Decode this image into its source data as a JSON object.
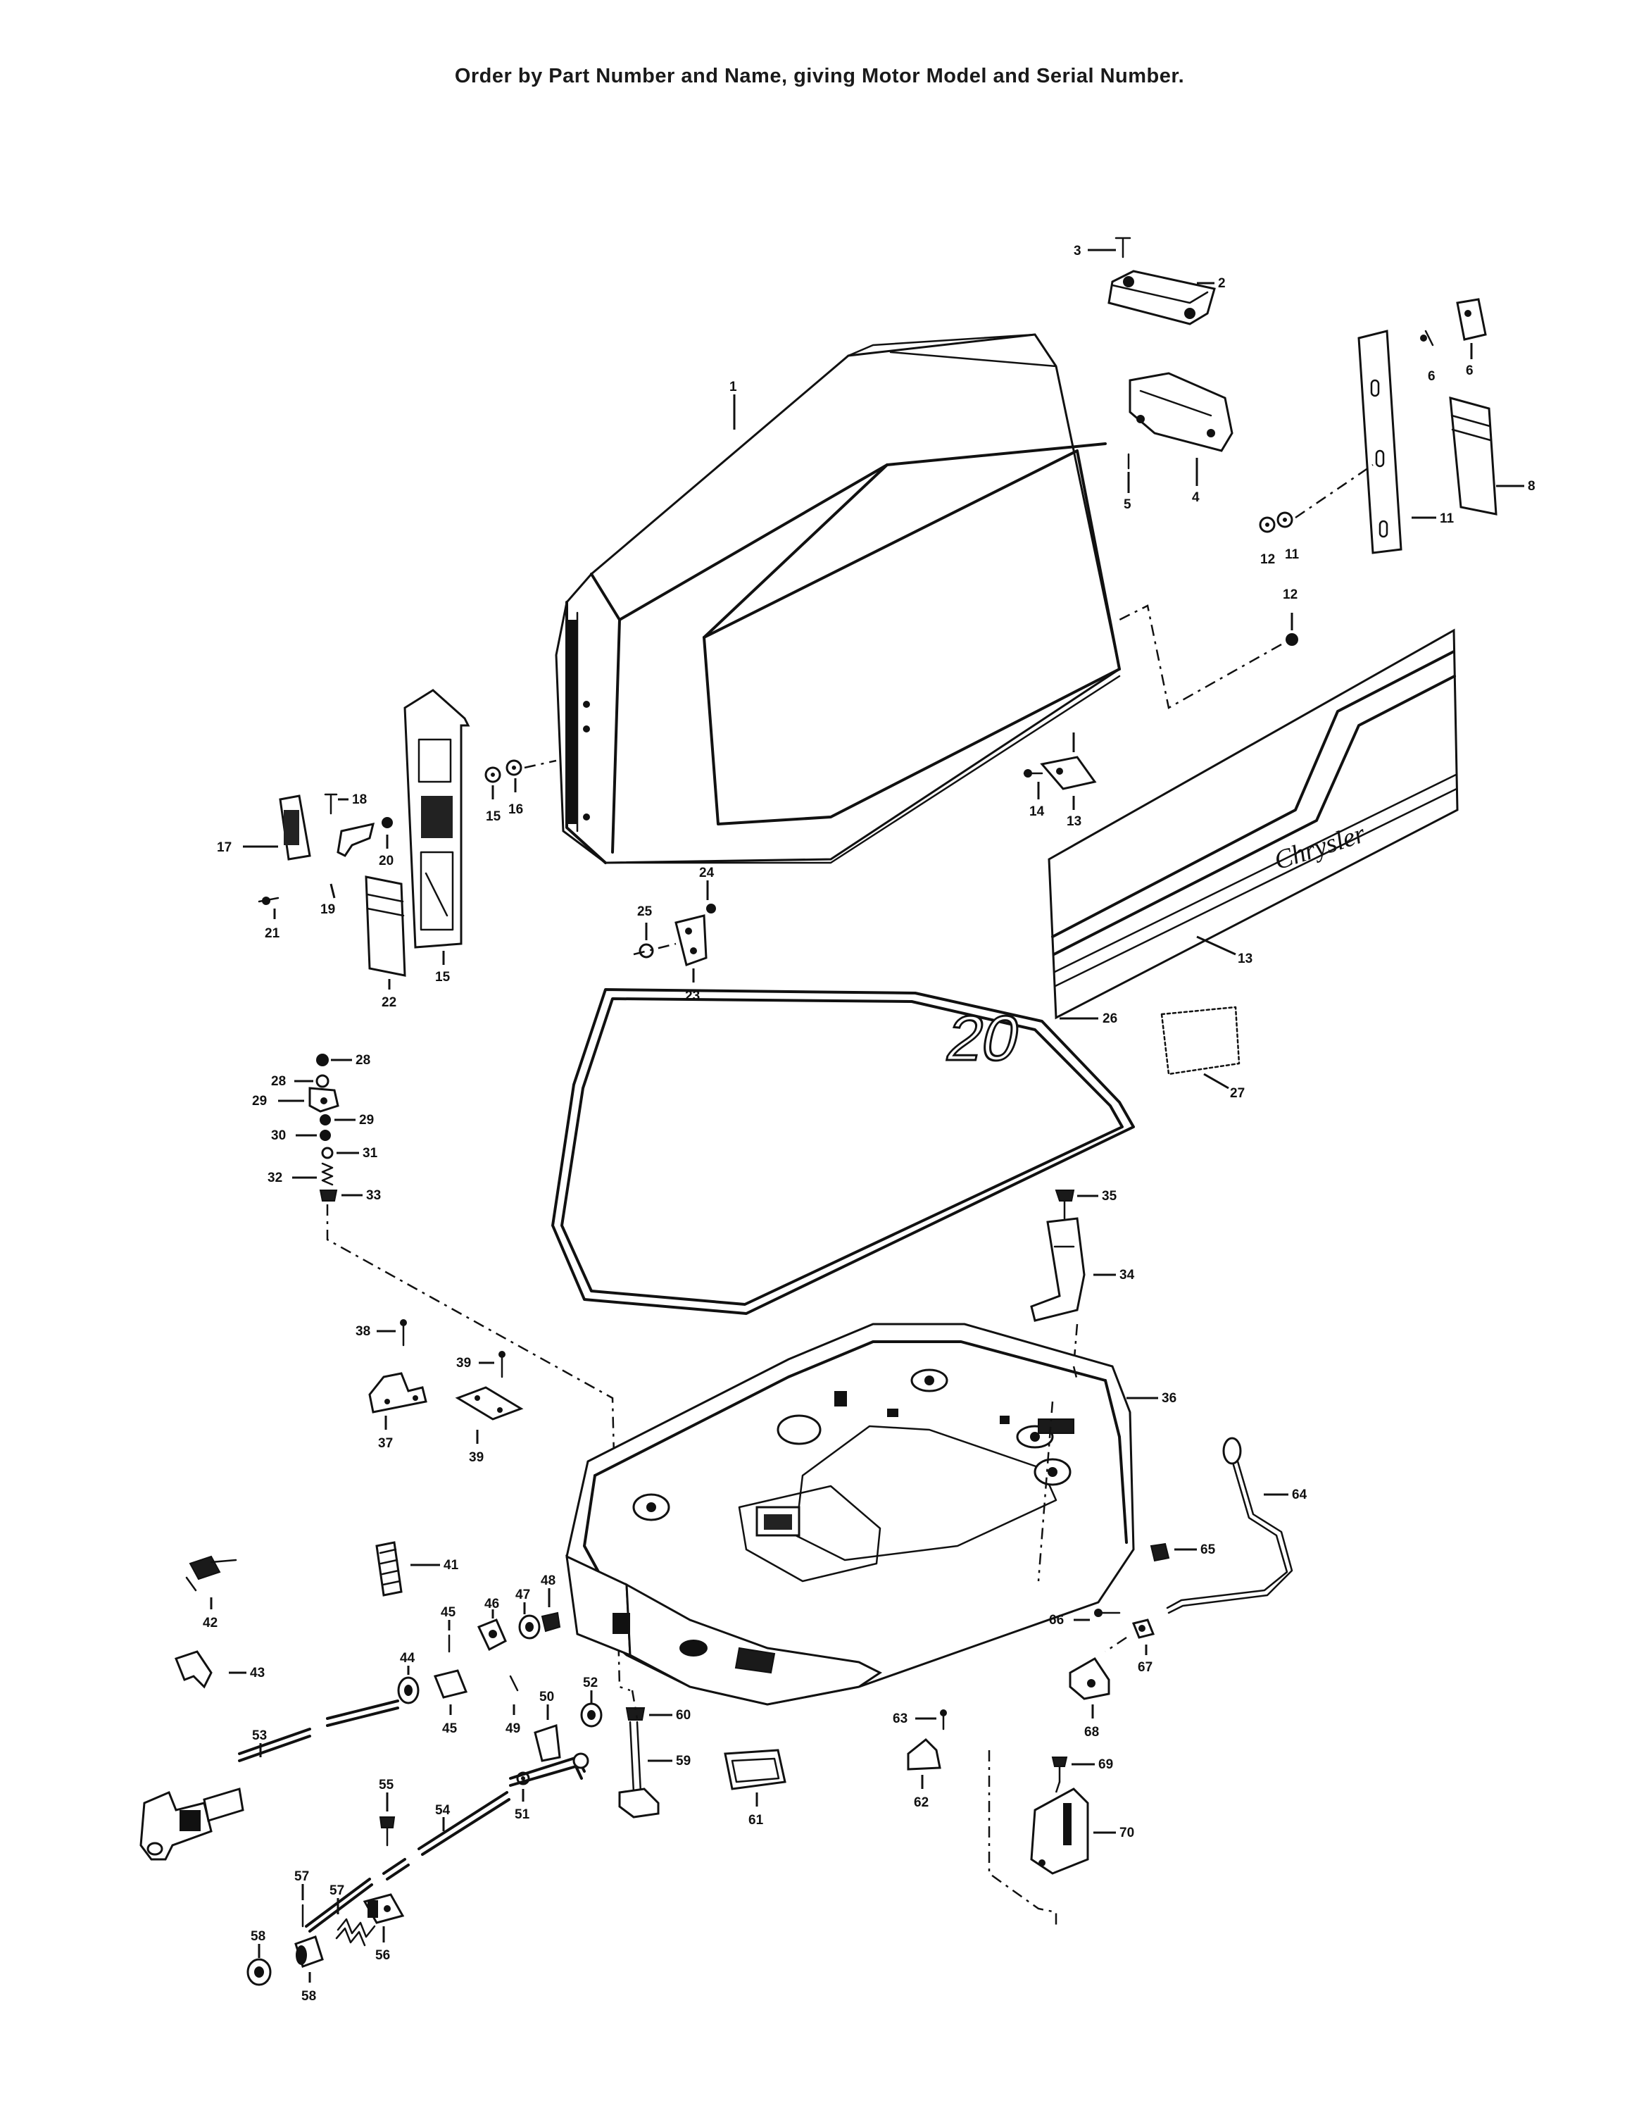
{
  "header": {
    "instruction": "Order by Part Number and Name, giving Motor Model and Serial Number."
  },
  "decals": {
    "brand_text": "Chrysler",
    "model_number": "20"
  },
  "callouts": [
    "1",
    "2",
    "3",
    "4",
    "5",
    "6",
    "6",
    "8",
    "11",
    "12",
    "11",
    "12",
    "13",
    "13",
    "14",
    "15",
    "15",
    "16",
    "17",
    "18",
    "19",
    "20",
    "21",
    "22",
    "23",
    "24",
    "25",
    "26",
    "27",
    "28",
    "28",
    "29",
    "29",
    "30",
    "31",
    "32",
    "33",
    "34",
    "35",
    "36",
    "37",
    "38",
    "39",
    "39",
    "41",
    "42",
    "43",
    "44",
    "45",
    "45",
    "46",
    "47",
    "48",
    "49",
    "50",
    "51",
    "52",
    "53",
    "54",
    "55",
    "56",
    "57",
    "57",
    "58",
    "58",
    "59",
    "60",
    "61",
    "62",
    "63",
    "64",
    "65",
    "66",
    "67",
    "68",
    "69",
    "70"
  ],
  "colors": {
    "ink": "#111111",
    "paper": "#ffffff"
  }
}
